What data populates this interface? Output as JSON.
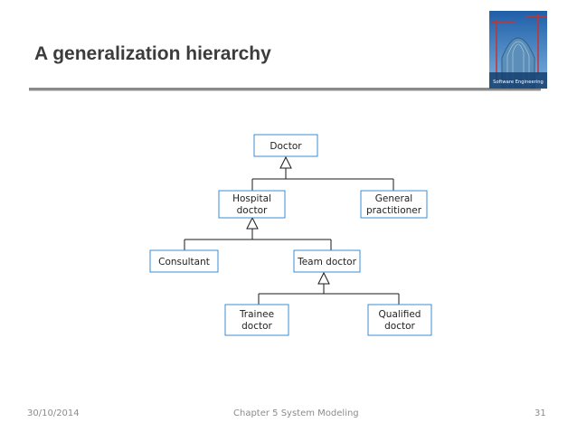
{
  "slide": {
    "title": "A generalization hierarchy",
    "footer": {
      "date": "30/10/2014",
      "chapter": "Chapter 5 System Modeling",
      "page": "31"
    },
    "cover_image": {
      "text": "Software Engineering",
      "icon": "book-cover-image"
    }
  },
  "diagram": {
    "nodes": {
      "doctor": [
        "Doctor"
      ],
      "hospital_doctor": [
        "Hospital",
        "doctor"
      ],
      "general_practitioner": [
        "General",
        "practitioner"
      ],
      "consultant": [
        "Consultant"
      ],
      "team_doctor": [
        "Team doctor"
      ],
      "trainee_doctor": [
        "Trainee",
        "doctor"
      ],
      "qualified_doctor": [
        "Qualified",
        "doctor"
      ]
    },
    "generalizations": [
      {
        "parent": "doctor",
        "children": [
          "hospital_doctor",
          "general_practitioner"
        ]
      },
      {
        "parent": "hospital_doctor",
        "children": [
          "consultant",
          "team_doctor"
        ]
      },
      {
        "parent": "team_doctor",
        "children": [
          "trainee_doctor",
          "qualified_doctor"
        ]
      }
    ],
    "colors": {
      "box_border": "#3a8fd6",
      "line": "#1a1a1a"
    }
  }
}
